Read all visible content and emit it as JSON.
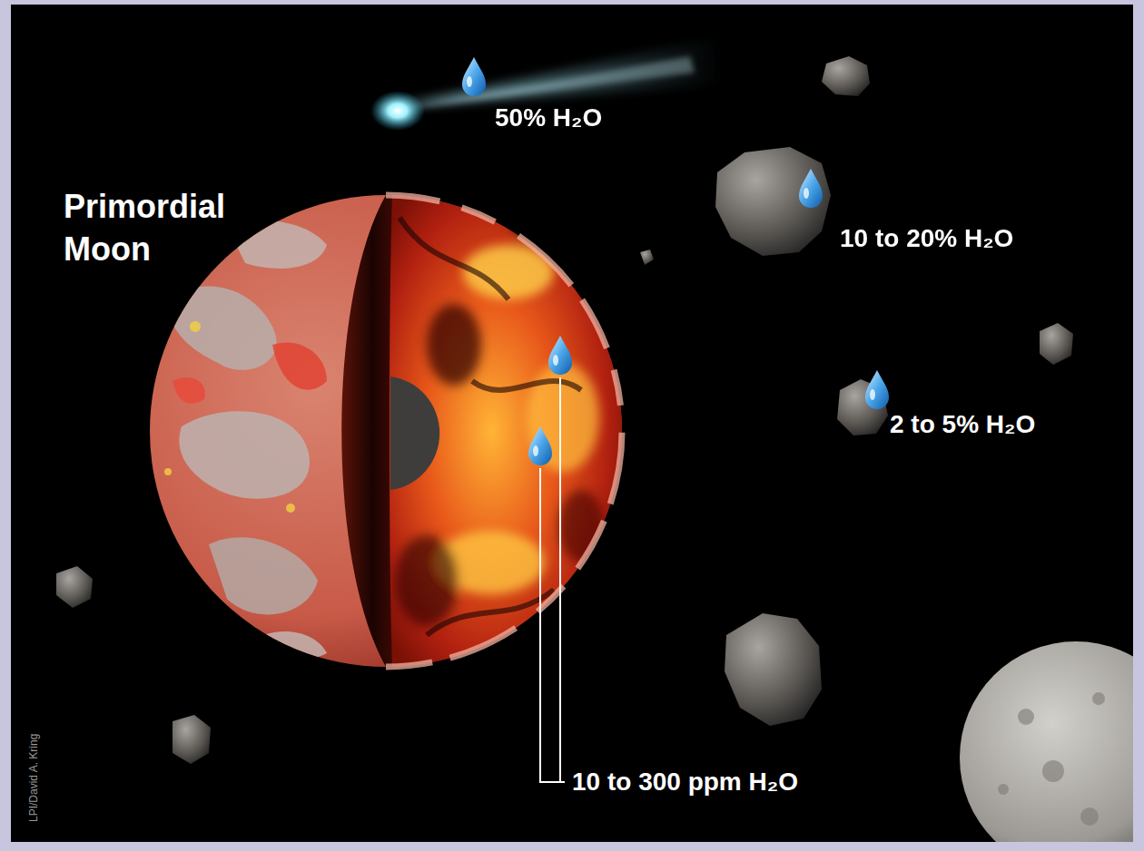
{
  "diagram": {
    "labels": [
      "Primordial Moon",
      "50% H₂O",
      "10 to 20% H₂O",
      "2 to 5% H₂O",
      "10 to 300 ppm H₂O",
      "LPI/David A. Kring"
    ]
  }
}
